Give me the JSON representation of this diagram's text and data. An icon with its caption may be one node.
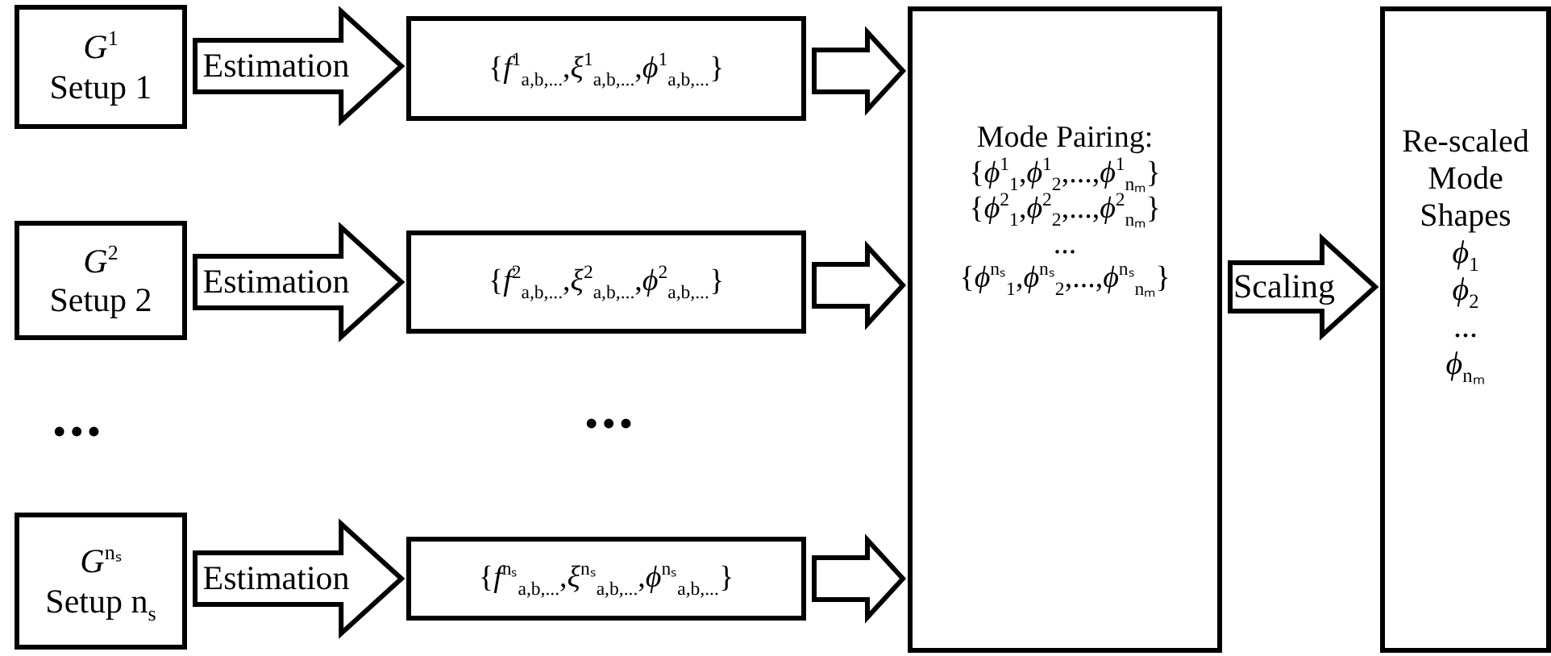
{
  "diagram": {
    "nodes": [
      {
        "text": [
          "*G*$^{1}$",
          "Setup 1"
        ]
      },
      {
        "text": [
          "{*f*$^{1}$$_{a,b,...}$,*ξ*$^{1}$$_{a,b,...}$,*ϕ*$^{1}$$_{a,b,...}$}"
        ]
      },
      {
        "text": [
          "*G*$^{2}$",
          "Setup 2"
        ]
      },
      {
        "text": [
          "{*f*$^{2}$$_{a,b,...}$,*ξ*$^{2}$$_{a,b,...}$,*ϕ*$^{2}$$_{a,b,...}$}"
        ]
      },
      {
        "text": [
          "*G*$^{nₛ}$",
          "Setup n$_{s}$"
        ]
      },
      {
        "text": [
          "{*f*$^{nₛ}$$_{a,b,...}$,*ξ*$^{nₛ}$$_{a,b,...}$,*ϕ*$^{nₛ}$$_{a,b,...}$}"
        ]
      },
      {
        "text": [
          "Mode Pairing:",
          "{*ϕ*$^{1}$$_{1}$,*ϕ*$^{1}$$_{2}$,...,*ϕ*$^{1}$$_{nₘ}$}",
          "{*ϕ*$^{2}$$_{1}$,*ϕ*$^{2}$$_{2}$,...,*ϕ*$^{2}$$_{nₘ}$}",
          "...",
          "{*ϕ*$^{nₛ}$$_{1}$,*ϕ*$^{nₛ}$$_{2}$,...,*ϕ*$^{nₛ}$$_{nₘ}$}"
        ]
      },
      {
        "text": [
          "Re-scaled Mode Shapes",
          "*ϕ*$_{1}$",
          "*ϕ*$_{2}$",
          "...",
          "*ϕ*$_{nₘ}$"
        ]
      }
    ],
    "edges": [
      {
        "from": 0,
        "to": 1,
        "arrow": "to",
        "label": "Estimation"
      },
      {
        "from": 2,
        "to": 3,
        "arrow": "to",
        "label": "Estimation"
      },
      {
        "from": 4,
        "to": 5,
        "arrow": "to",
        "label": "Estimation"
      },
      {
        "from": 1,
        "to": 6,
        "arrow": "to"
      },
      {
        "from": 3,
        "to": 6,
        "arrow": "to"
      },
      {
        "from": 5,
        "to": 6,
        "arrow": "to"
      },
      {
        "from": 6,
        "to": 7,
        "arrow": "to",
        "label": "Scaling"
      }
    ],
    "labels": [
      "•••",
      "•••"
    ]
  }
}
